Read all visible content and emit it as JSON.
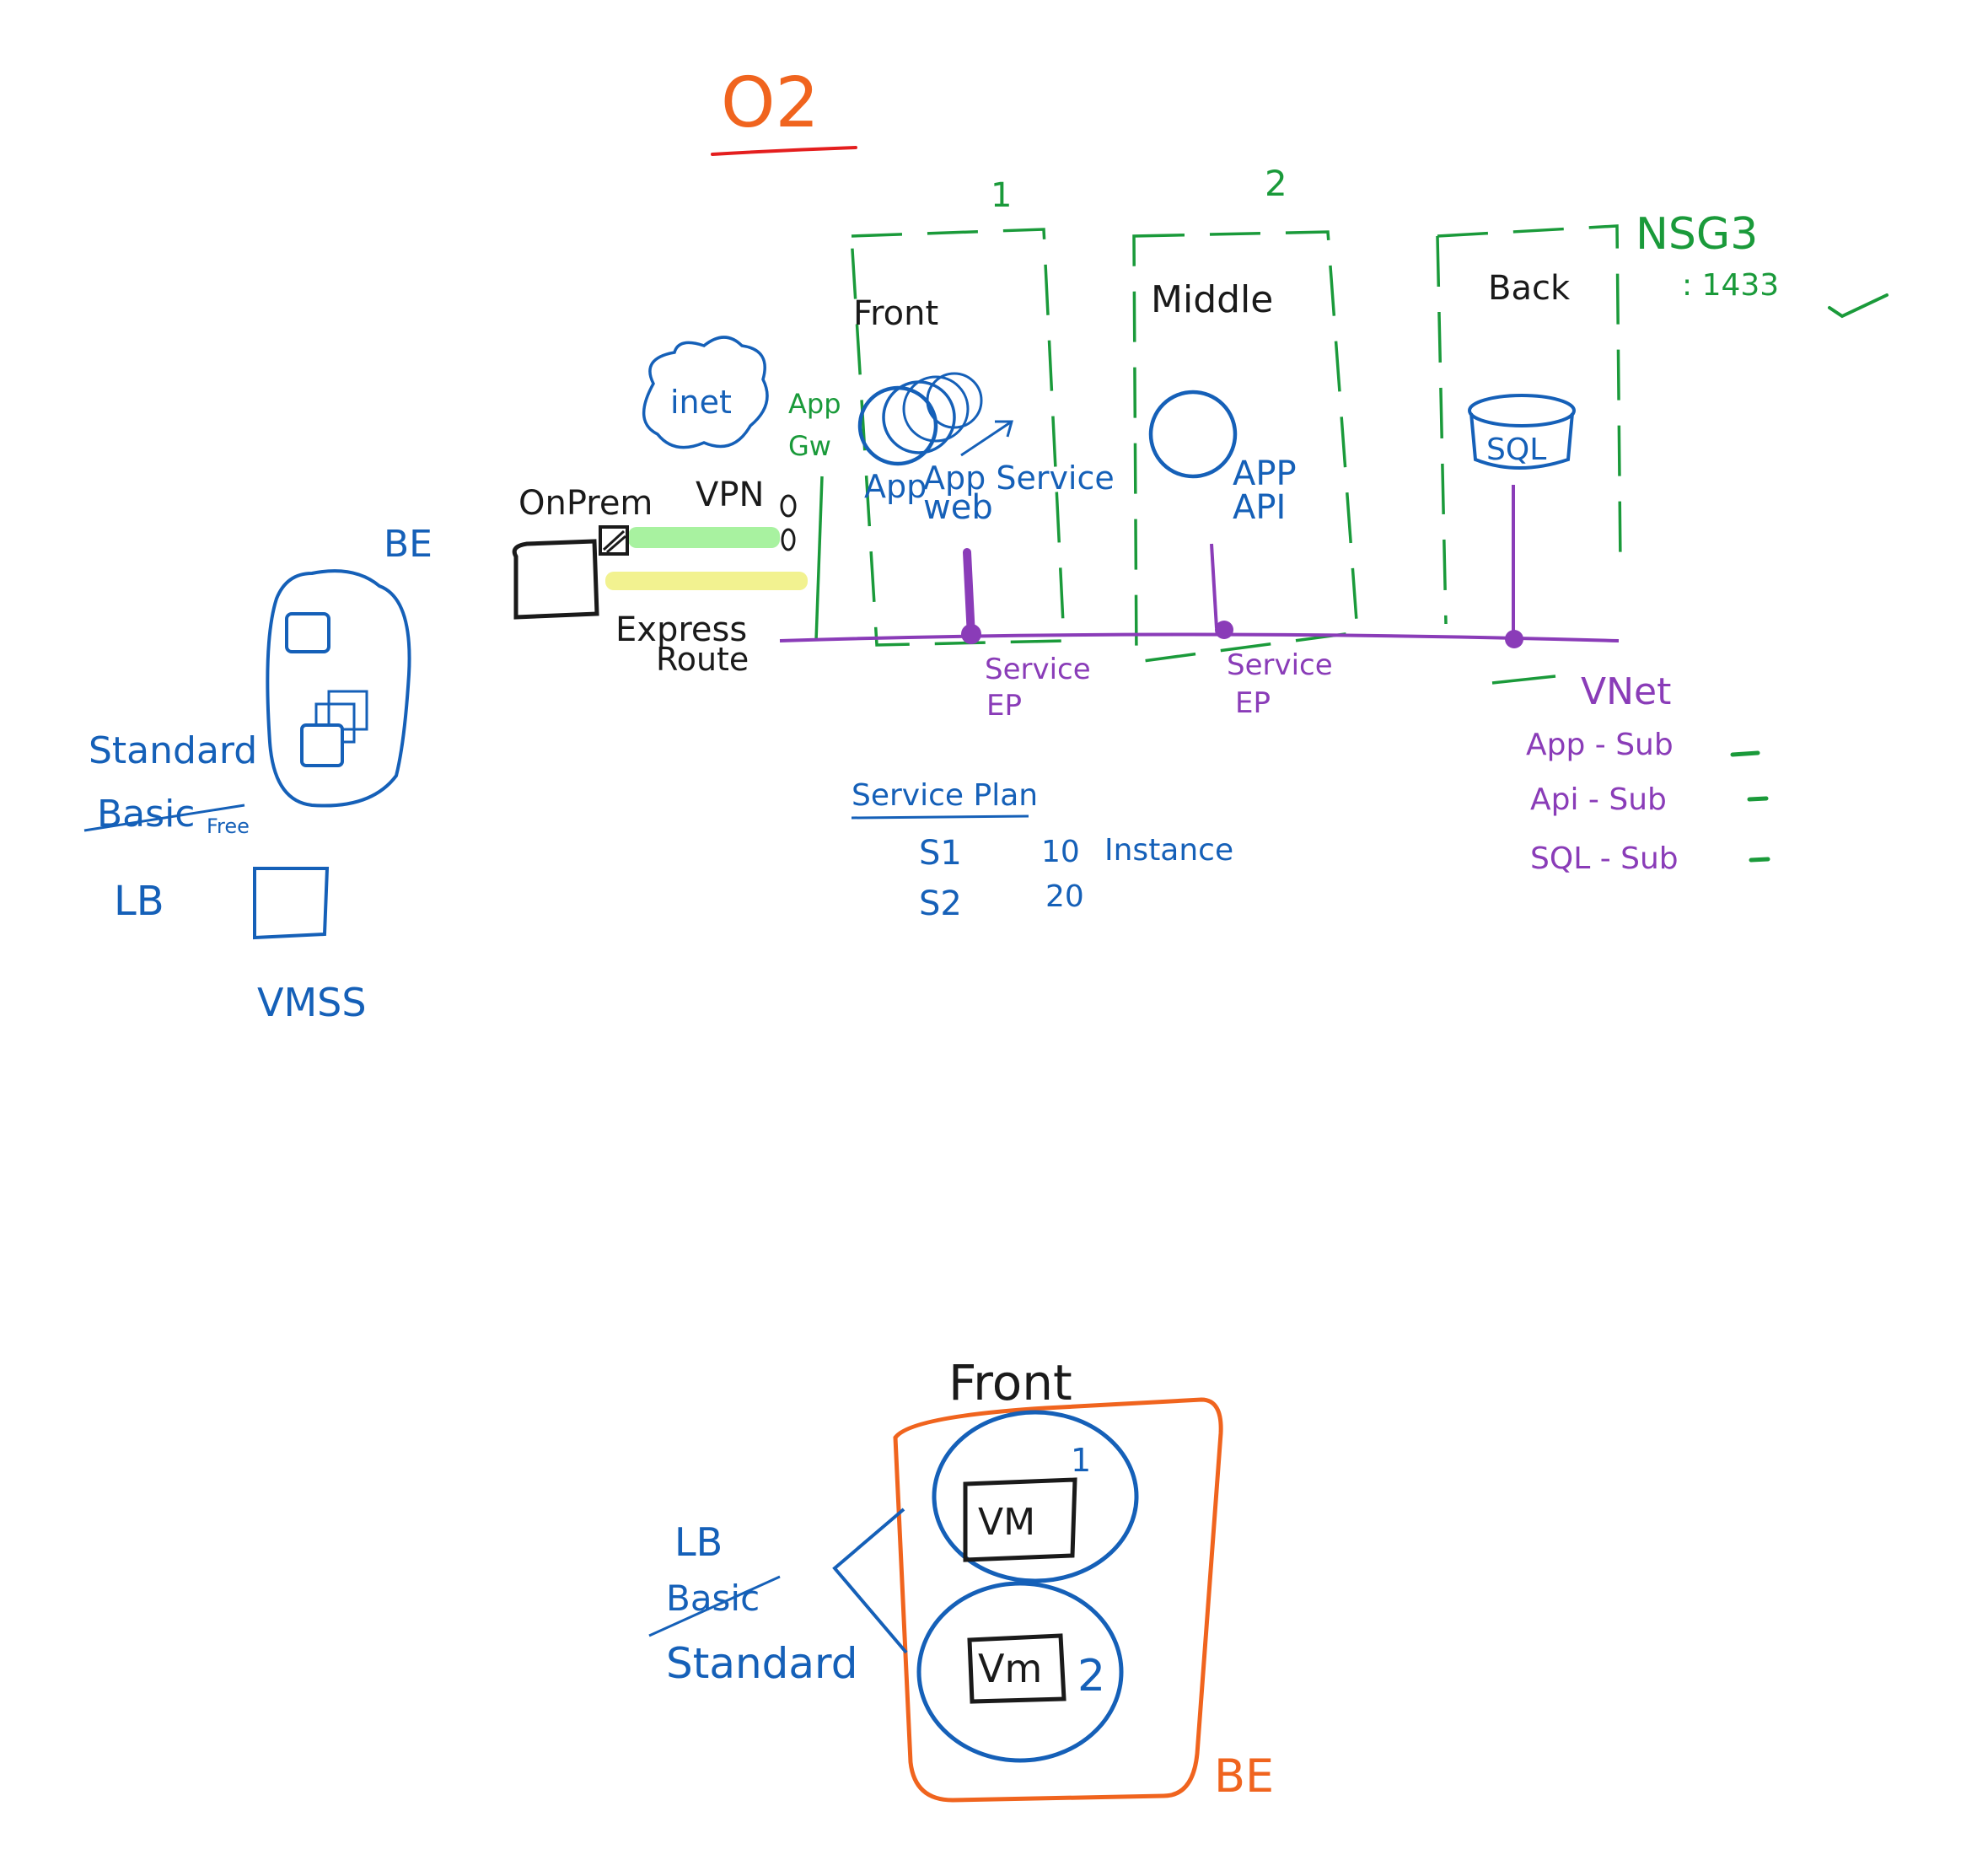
{
  "colors": {
    "orange": "#f0641e",
    "red": "#e41e1e",
    "green": "#1a9a3a",
    "blue": "#1560b8",
    "purple": "#8a3cb8",
    "black": "#1a1a1a",
    "highlight_green": "#a8f2a0",
    "highlight_yellow": "#f2f290"
  },
  "title": "O2",
  "tiers": {
    "front": {
      "label": "Front",
      "number": "1",
      "service_line1": "App Service",
      "service_line2": "web",
      "service_short": "App"
    },
    "middle": {
      "label": "Middle",
      "number": "2",
      "app_line1": "APP",
      "app_line2": "API"
    },
    "back": {
      "label": "Back",
      "db": "SQL"
    }
  },
  "nsg": {
    "label": "NSG3",
    "port": ": 1433"
  },
  "app_gw": {
    "line1": "App",
    "line2": "Gw"
  },
  "inet": "inet",
  "onprem": {
    "label": "OnPrem",
    "vpn": "VPN",
    "express_line1": "Express",
    "express_line2": "Route"
  },
  "service_ep": {
    "line1": "Service",
    "line2": "EP"
  },
  "vnet": {
    "label": "VNet",
    "subnets": [
      "App - Sub",
      "Api - Sub",
      "SQL - Sub"
    ]
  },
  "service_plan": {
    "title": "Service Plan",
    "rows": [
      {
        "sku": "S1",
        "count": "10",
        "unit": "Instance"
      },
      {
        "sku": "S2",
        "count": "20",
        "unit": ""
      }
    ]
  },
  "left_cluster": {
    "be": "BE",
    "standard": "Standard",
    "basic": "Basic",
    "free": "Free",
    "lb": "LB",
    "vmss": "VMSS"
  },
  "bottom": {
    "front": "Front",
    "vm1": "VM",
    "vm1_num": "1",
    "vm2": "Vm",
    "vm2_num": "2",
    "lb": "LB",
    "basic": "Basic",
    "standard": "Standard",
    "be": "BE"
  }
}
